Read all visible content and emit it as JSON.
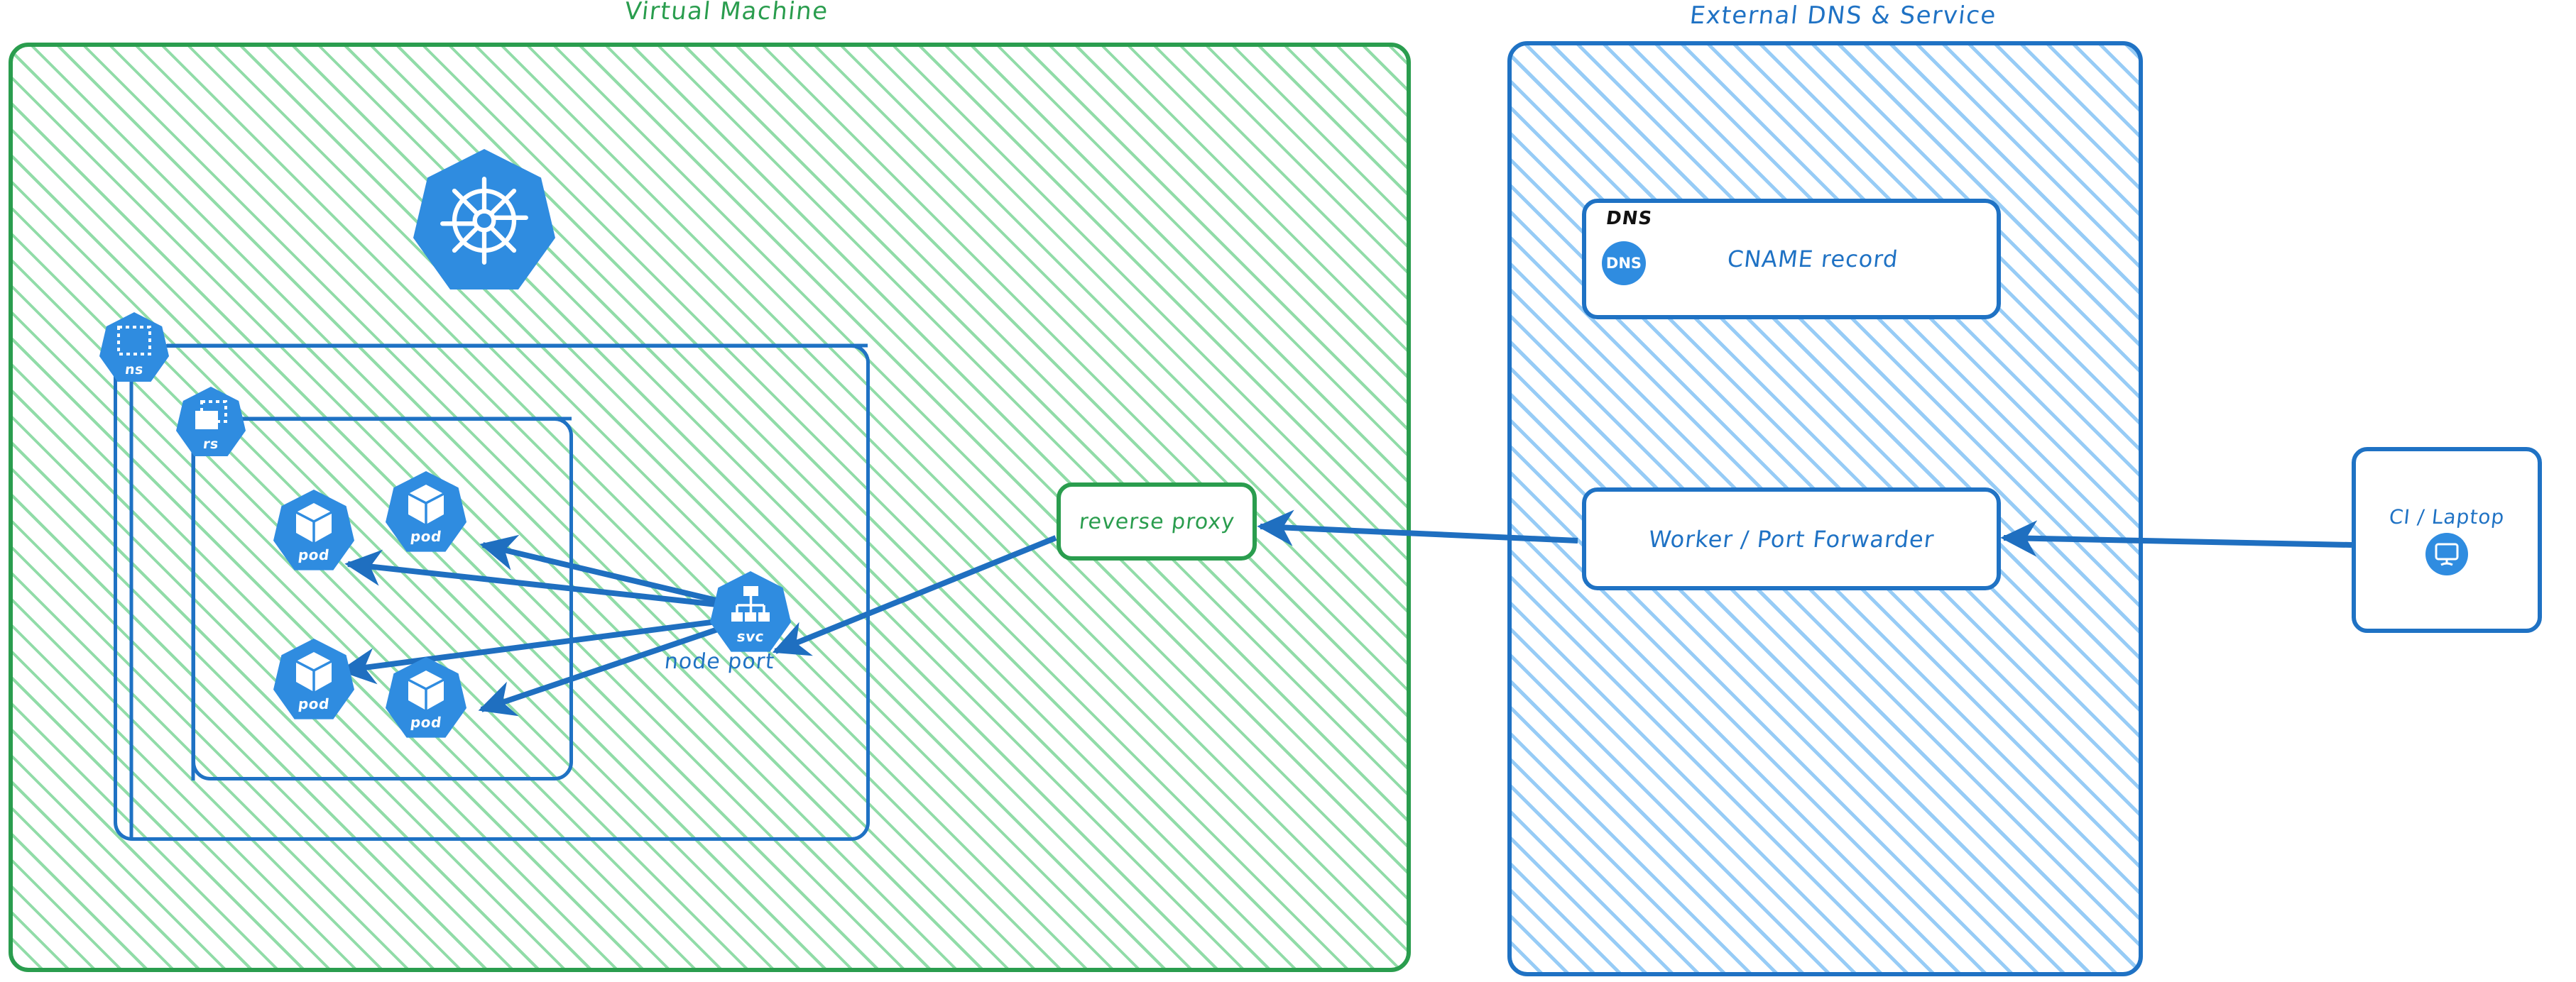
{
  "diagram": {
    "title_vm": "Virtual Machine",
    "title_external": "External DNS & Service"
  },
  "colors": {
    "green": "#2a9d4e",
    "green_hatch": "#7ed699",
    "blue": "#1f72c4",
    "blue_hatch": "#8cc7f5",
    "k8s_blue": "#2f8ce0",
    "black": "#111111",
    "white": "#ffffff"
  },
  "vm_zone": {
    "label": "Virtual Machine",
    "kubernetes_logo": {
      "icon": "kubernetes-logo-icon",
      "alt": "kubernetes"
    },
    "namespace": {
      "tag": "ns",
      "icon": "namespace-dashed-square-icon"
    },
    "replicaset": {
      "tag": "rs",
      "icon": "replicaset-stacked-boxes-icon"
    },
    "pods": [
      {
        "tag": "pod",
        "icon": "pod-cube-icon"
      },
      {
        "tag": "pod",
        "icon": "pod-cube-icon"
      },
      {
        "tag": "pod",
        "icon": "pod-cube-icon"
      },
      {
        "tag": "pod",
        "icon": "pod-cube-icon"
      }
    ],
    "service": {
      "tag": "svc",
      "icon": "service-hierarchy-icon",
      "caption": "node port"
    },
    "reverse_proxy": {
      "label": "reverse proxy"
    }
  },
  "external_zone": {
    "label": "External DNS & Service",
    "dns_card": {
      "corner_tag": "DNS",
      "badge_text": "DNS",
      "badge_icon": "dns-circle-icon",
      "label": "CNAME record"
    },
    "worker_card": {
      "label": "Worker / Port Forwarder"
    }
  },
  "client": {
    "label": "CI / Laptop",
    "icon": "desktop-monitor-icon"
  },
  "connections": [
    {
      "from": "svc",
      "to": "pod-1"
    },
    {
      "from": "svc",
      "to": "pod-2"
    },
    {
      "from": "svc",
      "to": "pod-3"
    },
    {
      "from": "svc",
      "to": "pod-4"
    },
    {
      "from": "reverse-proxy",
      "to": "svc"
    },
    {
      "from": "worker-port-forwarder",
      "to": "reverse-proxy"
    },
    {
      "from": "ci-laptop",
      "to": "worker-port-forwarder"
    }
  ]
}
